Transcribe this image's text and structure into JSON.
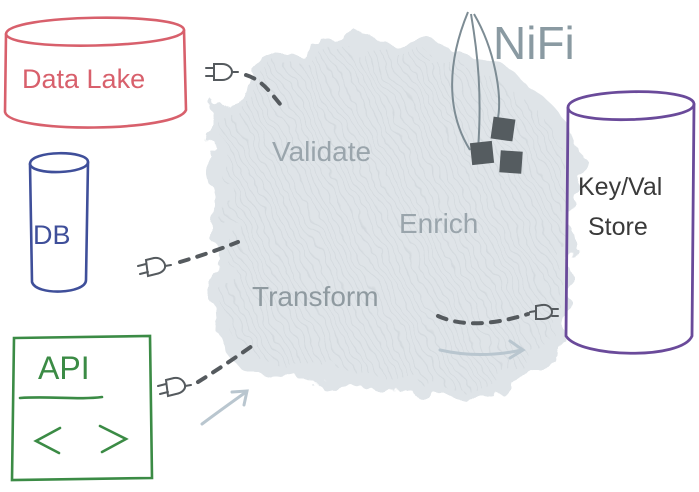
{
  "sources": {
    "data_lake": "Data Lake",
    "db": "DB",
    "api_title": "API",
    "api_code_glyph": "< >"
  },
  "processor": {
    "name": "NiFi",
    "steps": [
      "Validate",
      "Enrich",
      "Transform"
    ]
  },
  "sink": {
    "line1": "Key/Val",
    "line2": "Store"
  },
  "colors": {
    "data_lake": "#d8606c",
    "db": "#3f4f9a",
    "api": "#3b8b45",
    "store": "#6a4a9a",
    "cloud": "#dde2e6",
    "step_text": "#9aa5ac",
    "connector": "#555a5e",
    "arrow": "#b9c6cf"
  }
}
